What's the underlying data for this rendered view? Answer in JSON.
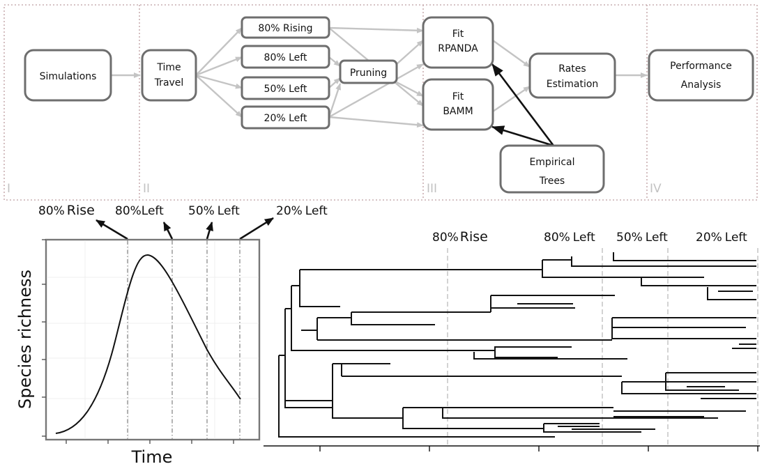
{
  "panels": [
    "I",
    "II",
    "III",
    "IV"
  ],
  "nodes": {
    "simulations": [
      "Simulations"
    ],
    "time_travel": [
      "Time",
      "Travel"
    ],
    "rising80": [
      "80% Rising"
    ],
    "left80": [
      "80% Left"
    ],
    "left50": [
      "50% Left"
    ],
    "left20": [
      "20% Left"
    ],
    "pruning": [
      "Pruning"
    ],
    "fit_rpanda": [
      "Fit",
      "RPANDA"
    ],
    "fit_bamm": [
      "Fit",
      "BAMM"
    ],
    "rates": [
      "Rates",
      "Estimation"
    ],
    "empirical": [
      "Empirical",
      "Trees"
    ],
    "performance": [
      "Performance",
      "Analysis"
    ]
  },
  "curve_labels": [
    {
      "pct": "80%",
      "word": "Rise"
    },
    {
      "pct": "80%",
      "word": "Left"
    },
    {
      "pct": "50%",
      "word": "Left"
    },
    {
      "pct": "20%",
      "word": "Left"
    }
  ],
  "tree_labels": [
    {
      "pct": "80%",
      "word": "Rise"
    },
    {
      "pct": "80%",
      "word": "Left"
    },
    {
      "pct": "50%",
      "word": "Left"
    },
    {
      "pct": "20%",
      "word": "Left"
    }
  ],
  "curve_axes": {
    "xlabel": "Time",
    "ylabel": "Species richness"
  },
  "colors": {
    "flow_arrow": "#c4c4c4",
    "black_arrow": "#111111",
    "box_border": "#6e6e6e"
  }
}
